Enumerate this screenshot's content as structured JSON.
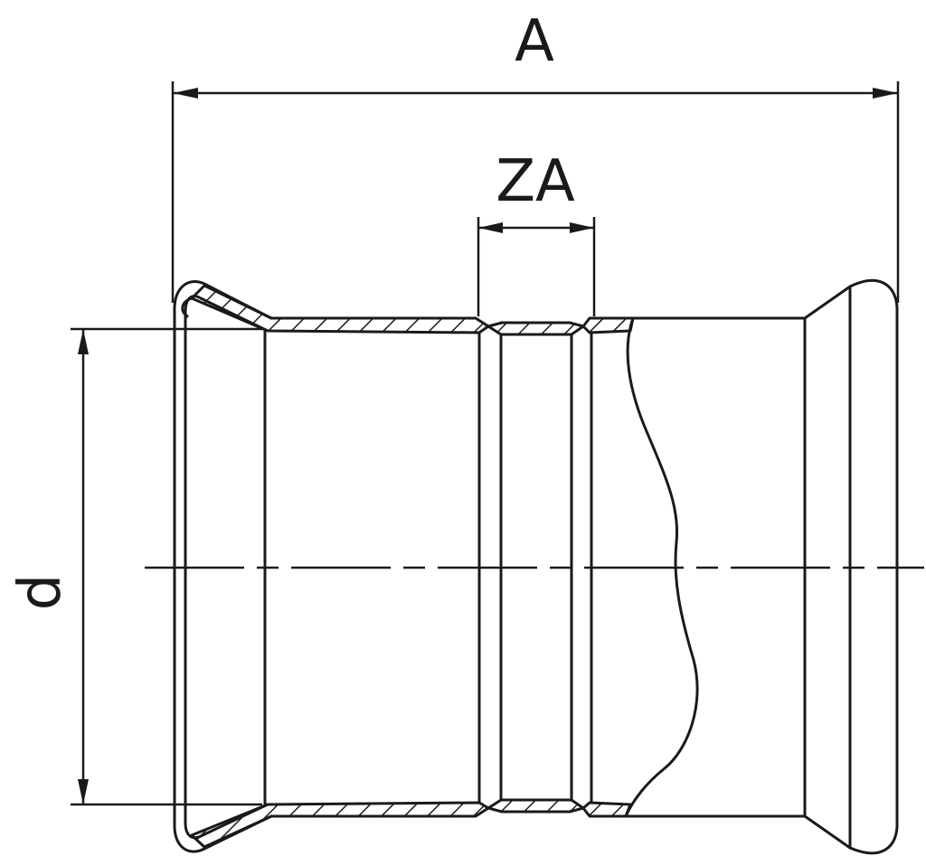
{
  "dimensions": {
    "overall_length": "A",
    "insertion_gap": "ZA",
    "diameter": "d"
  },
  "colors": {
    "line": "#1a1a1a",
    "background": "#ffffff"
  }
}
